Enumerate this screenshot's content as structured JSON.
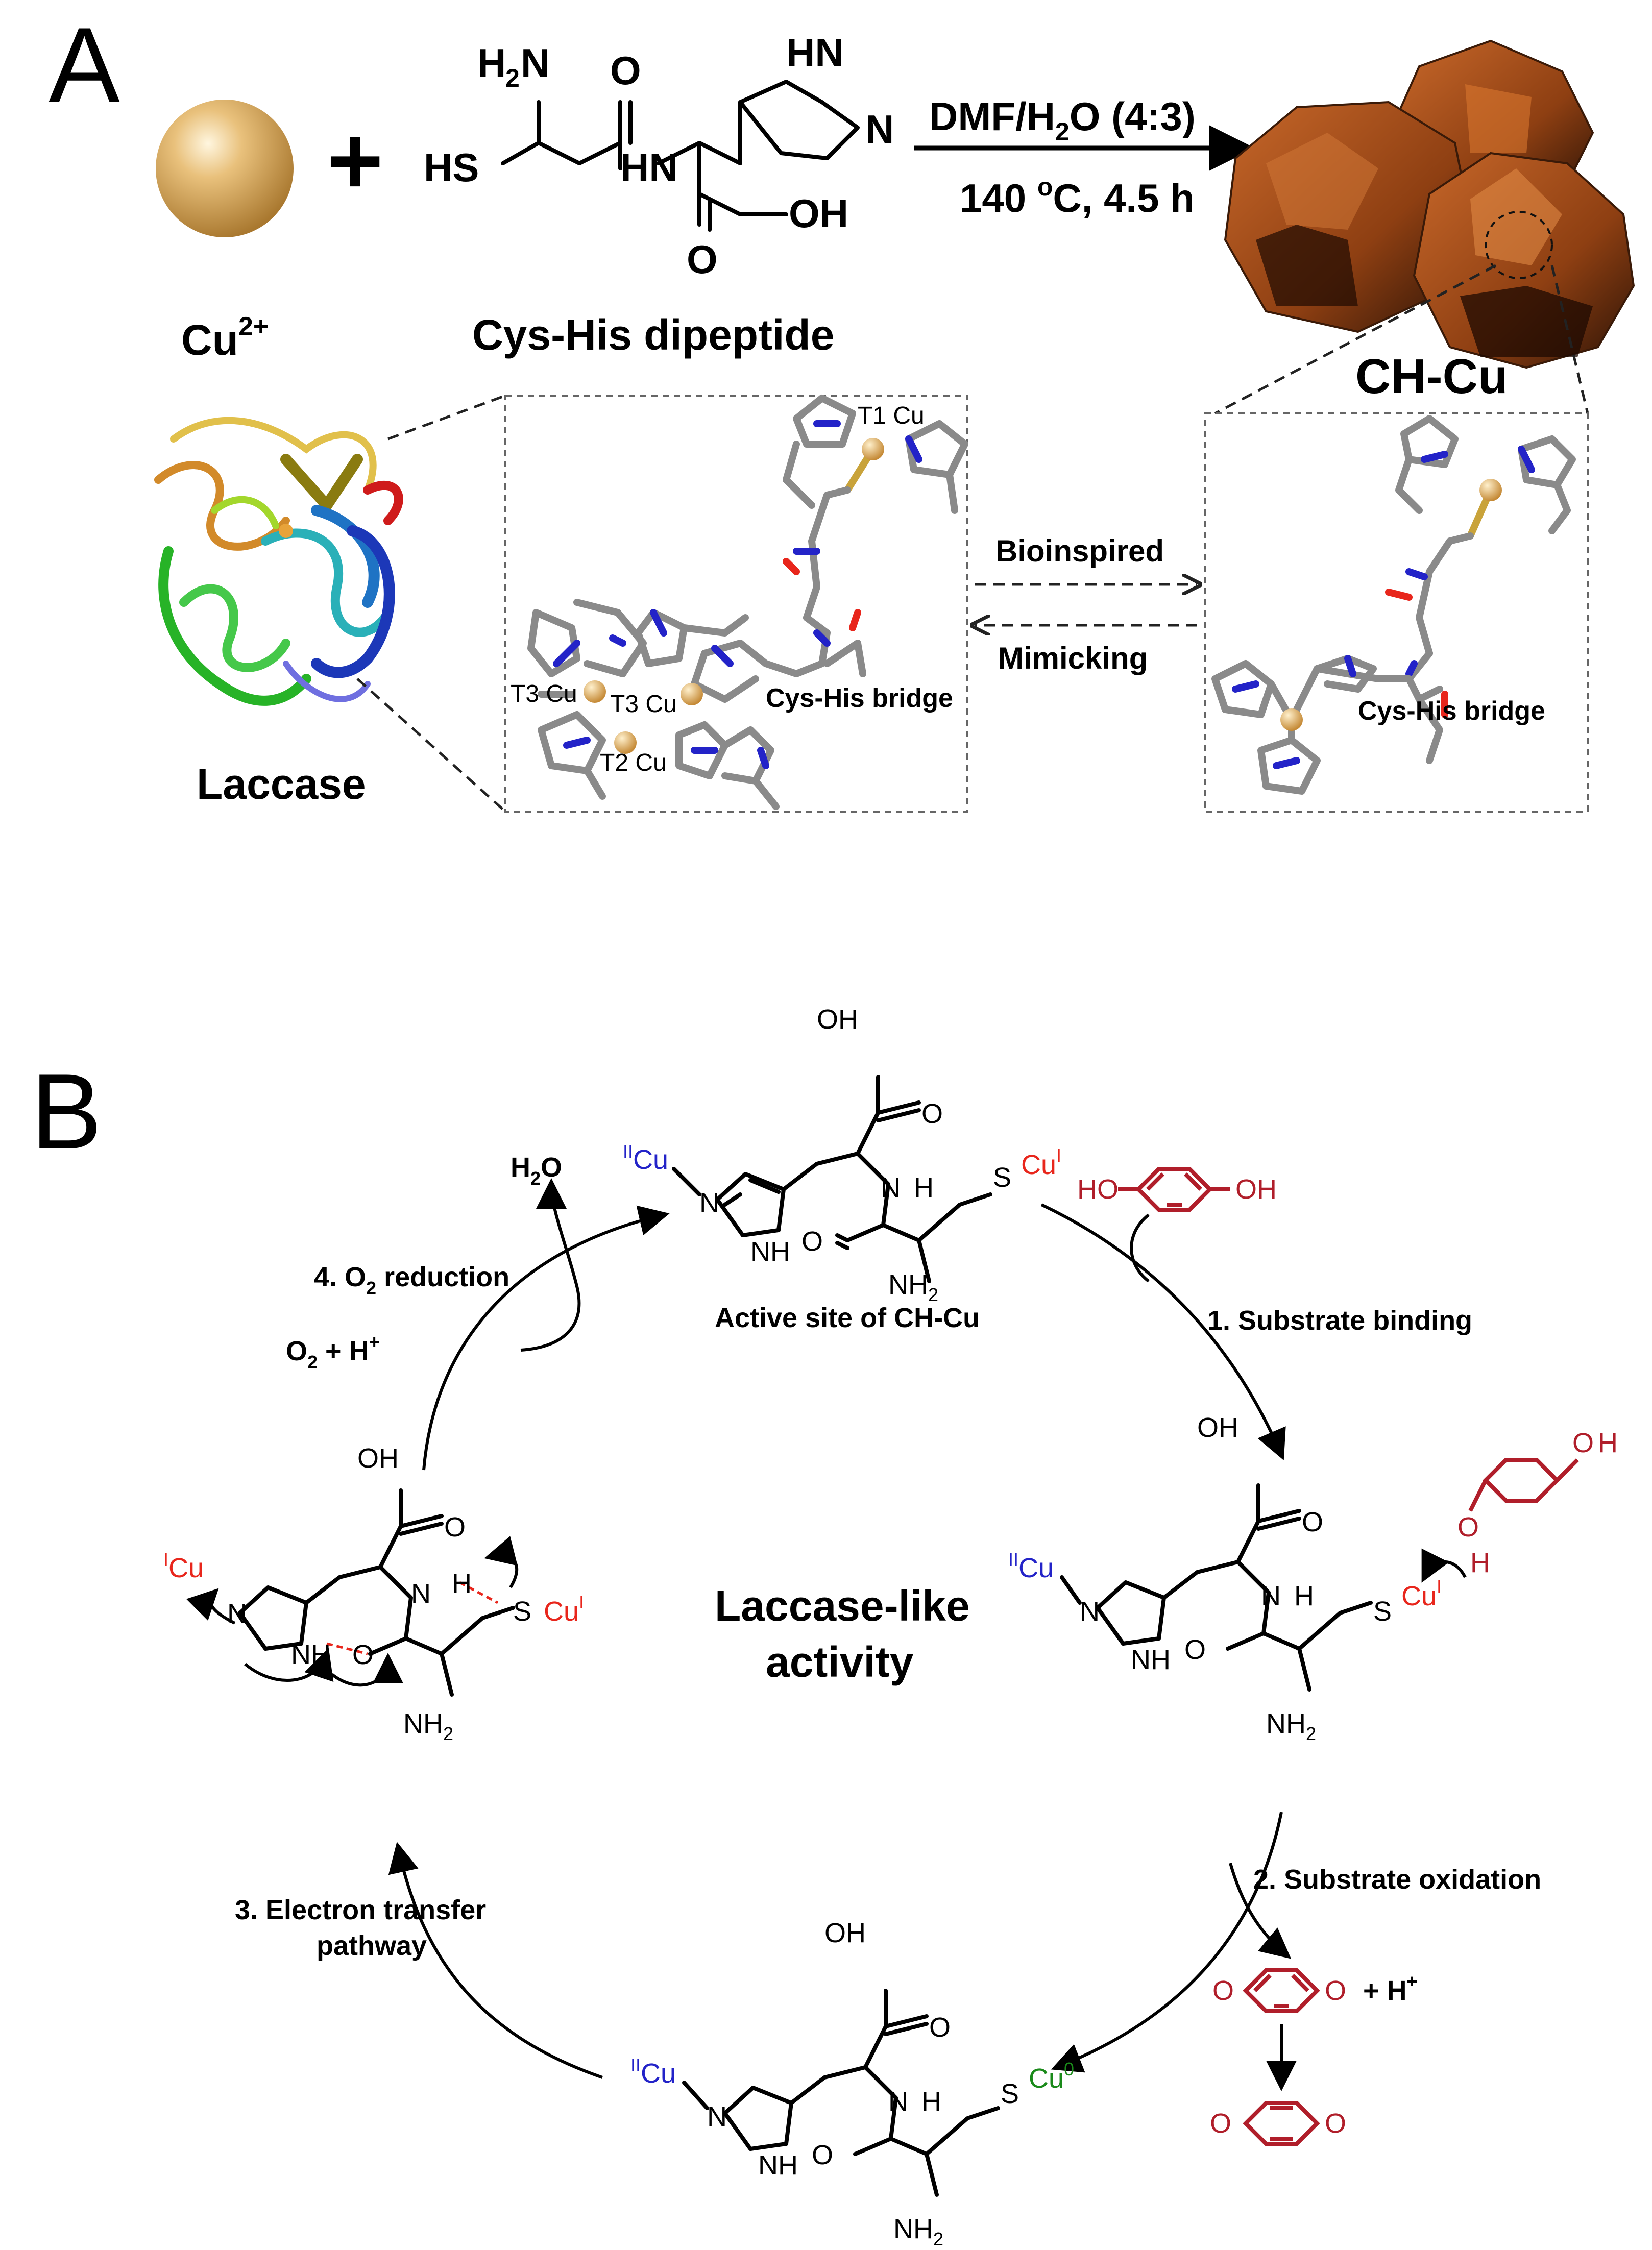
{
  "panel_a": {
    "label": "A",
    "reagent_1": "Cu",
    "reagent_1_sup": "2+",
    "plus": "+",
    "dipeptide_name": "Cys-His dipeptide",
    "dipeptide_atoms": {
      "h2n": "H",
      "h2n_sub": "2",
      "h2n_n": "N",
      "o1": "O",
      "hs": "HS",
      "hn": "HN",
      "hn_ring": "HN",
      "n_ring": "N",
      "o2": "O",
      "oh": "OH"
    },
    "conditions_top": "DMF/H",
    "conditions_top_sub": "2",
    "conditions_top_end": "O (4:3)",
    "conditions_bottom_a": "140 ",
    "conditions_bottom_sup": "o",
    "conditions_bottom_b": "C, 4.5 h",
    "product_name": "CH-Cu",
    "enzyme_name": "Laccase",
    "bridge_left": "Cys-His bridge",
    "bridge_right": "Cys-His bridge",
    "t1": "T1 Cu",
    "t2": "T2 Cu",
    "t3a": "T3 Cu",
    "t3b": "T3 Cu",
    "arrow_top": "Bioinspired",
    "arrow_bottom": "Mimicking"
  },
  "panel_b": {
    "label": "B",
    "center_line1": "Laccase-like",
    "center_line2": "activity",
    "site_caption": "Active site of CH-Cu",
    "step1": "1. Substrate binding",
    "step2": "2. Substrate oxidation",
    "step3_line1": "3. Electron transfer",
    "step3_line2": "pathway",
    "step4_a": "4. O",
    "step4_sub": "2",
    "step4_b": " reduction",
    "water_a": "H",
    "water_sub": "2",
    "water_b": "O",
    "o2_a": "O",
    "o2_sub": "2",
    "o2_b": " + H",
    "o2_sup": "+",
    "proton": "+ H",
    "proton_sup": "+",
    "cu_ii": "Cu",
    "cu_ii_sup": "II",
    "cu_i": "Cu",
    "cu_i_sup": "I",
    "cu_0": "Cu",
    "cu_0_sup": "0",
    "atoms": {
      "oh": "OH",
      "o": "O",
      "n": "N",
      "h": "H",
      "nh": "NH",
      "s": "S",
      "nh2": "NH",
      "nh2_sub": "2",
      "ho": "HO"
    }
  },
  "colors": {
    "cu_ii": "#2323c8",
    "cu_i": "#e8261c",
    "cu_0": "#1a8a1a",
    "substrate": "#b01e2a",
    "nanoparticle": "#b3561f",
    "sphere": "#e0b26a"
  }
}
